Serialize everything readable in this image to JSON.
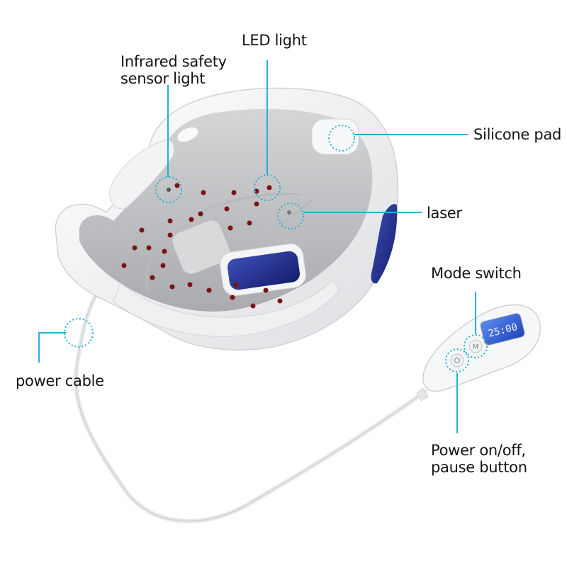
{
  "labels": {
    "infrared": [
      "Infrared safety",
      "sensor light"
    ],
    "led": "LED light",
    "silicone": "Silicone pad",
    "laser": "laser",
    "mode": "Mode switch",
    "power_cable": "power cable",
    "power_button": [
      "Power on/off,",
      "pause button"
    ]
  },
  "remote": {
    "display": "25:00",
    "mode_button": "M"
  },
  "colors": {
    "callout": "#26b0d4",
    "helmet_shell": "#f3f4f5",
    "helmet_inner": "#c6c7c9",
    "led_dot": "#7a1414",
    "blue_panel": "#1e2c8f",
    "lcd": "#2f62d8",
    "text": "#141414"
  }
}
